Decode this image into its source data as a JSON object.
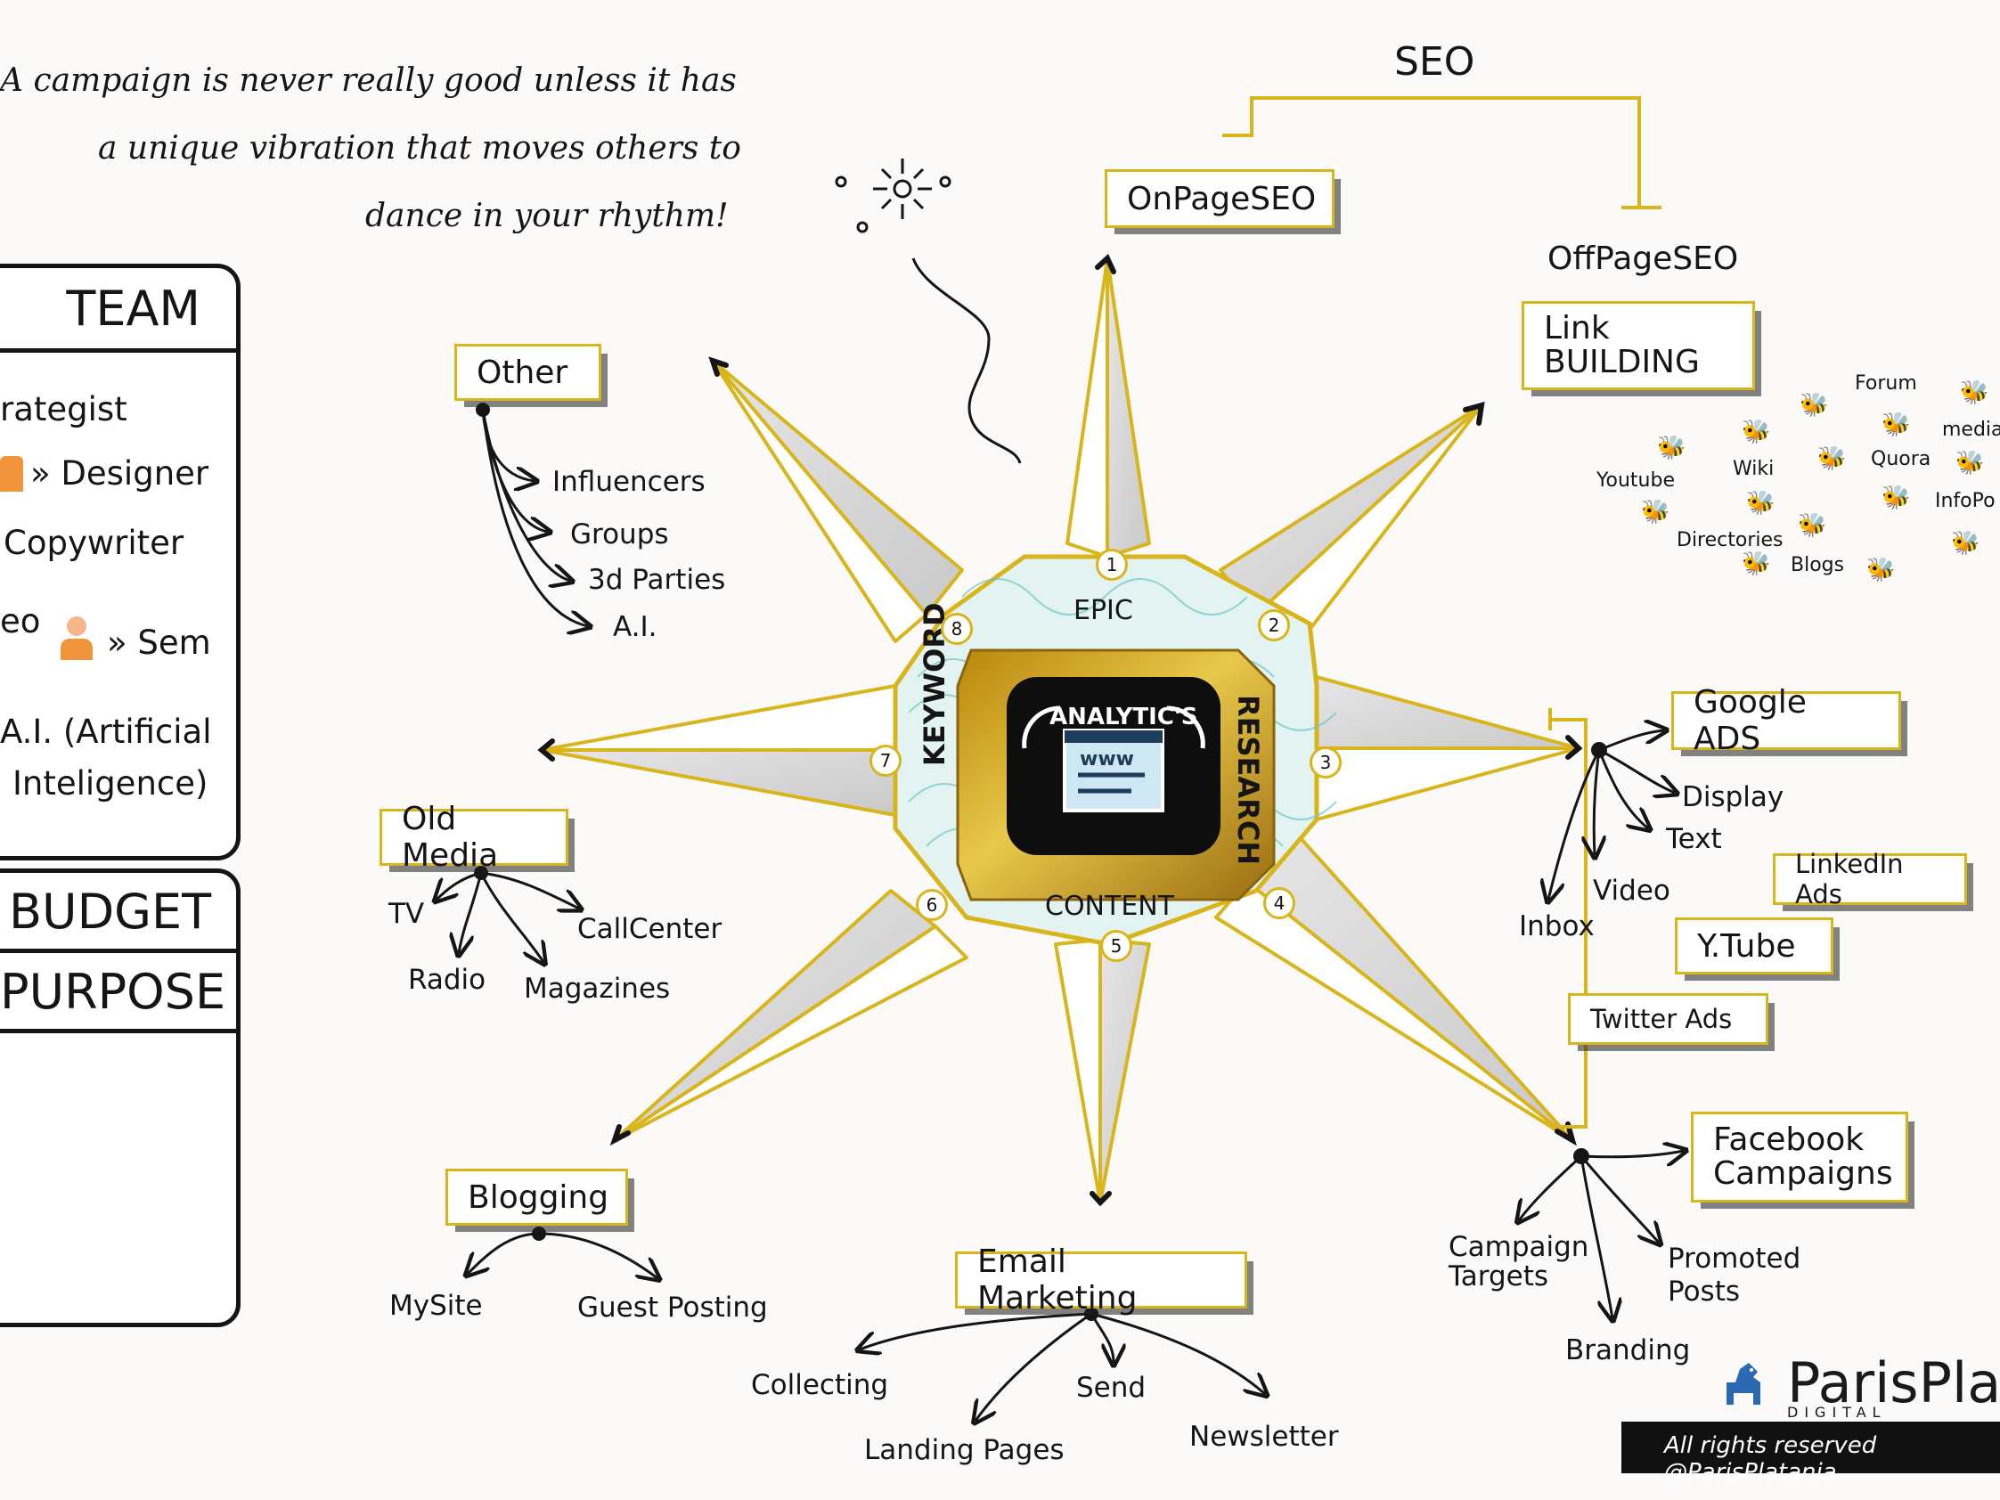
{
  "quote": [
    "A campaign is never really good unless it has",
    "a unique vibration that moves others to",
    "dance in your rhythm!"
  ],
  "team": {
    "title": "TEAM",
    "members": [
      "rategist",
      "» Designer",
      "Copywriter",
      "eo",
      "» Sem",
      "A.I. (Artificial",
      "Inteligence)"
    ]
  },
  "budget": {
    "title": "BUDGET"
  },
  "purpose": {
    "title": "PURPOSE"
  },
  "center": {
    "analytics": "ANALYTIC'S",
    "www": "www",
    "keyword": "KEYWORD",
    "research": "RESEARCH",
    "epic": "EPIC",
    "content": "CONTENT",
    "numbers": [
      "1",
      "2",
      "3",
      "4",
      "5",
      "6",
      "7",
      "8"
    ]
  },
  "seo": {
    "title": "SEO",
    "onpage": "OnPageSEO",
    "offpage": "OffPageSEO",
    "link_building": [
      "Link",
      "BUILDING"
    ],
    "linkbuilding_items": [
      "Forum",
      "media",
      "Youtube",
      "Wiki",
      "Quora",
      "InfoPo",
      "Directories",
      "Blogs"
    ]
  },
  "other": {
    "label": "Other",
    "items": [
      "Influencers",
      "Groups",
      "3d Parties",
      "A.I."
    ]
  },
  "old_media": {
    "label": "Old Media",
    "items": [
      "TV",
      "CallCenter",
      "Radio",
      "Magazines"
    ]
  },
  "blogging": {
    "label": "Blogging",
    "items": [
      "MySite",
      "Guest Posting"
    ]
  },
  "email_marketing": {
    "label": "Email Marketing",
    "items": [
      "Collecting",
      "Send",
      "Newsletter",
      "Landing Pages"
    ]
  },
  "google_ads": {
    "label": "Google ADS",
    "items": [
      "Display",
      "Text",
      "Video",
      "Inbox"
    ]
  },
  "ads_boxes": {
    "linkedin": "LinkedIn Ads",
    "ytube": "Y.Tube",
    "twitter": "Twitter Ads"
  },
  "facebook": {
    "label": [
      "Facebook",
      "Campaigns"
    ],
    "items": [
      "Campaign",
      "Targets",
      "Promoted",
      "Posts",
      "Branding"
    ]
  },
  "brand": {
    "name": "ParisPlata",
    "tagline": "DIGITAL MARKETING S",
    "rights": "All rights reserved @ParisPlatania"
  },
  "colors": {
    "gold": "#d9b51c",
    "ink": "#151515",
    "teal": "#6fc6c8",
    "purple": "#9b2fc0",
    "orange": "#f0953c"
  }
}
